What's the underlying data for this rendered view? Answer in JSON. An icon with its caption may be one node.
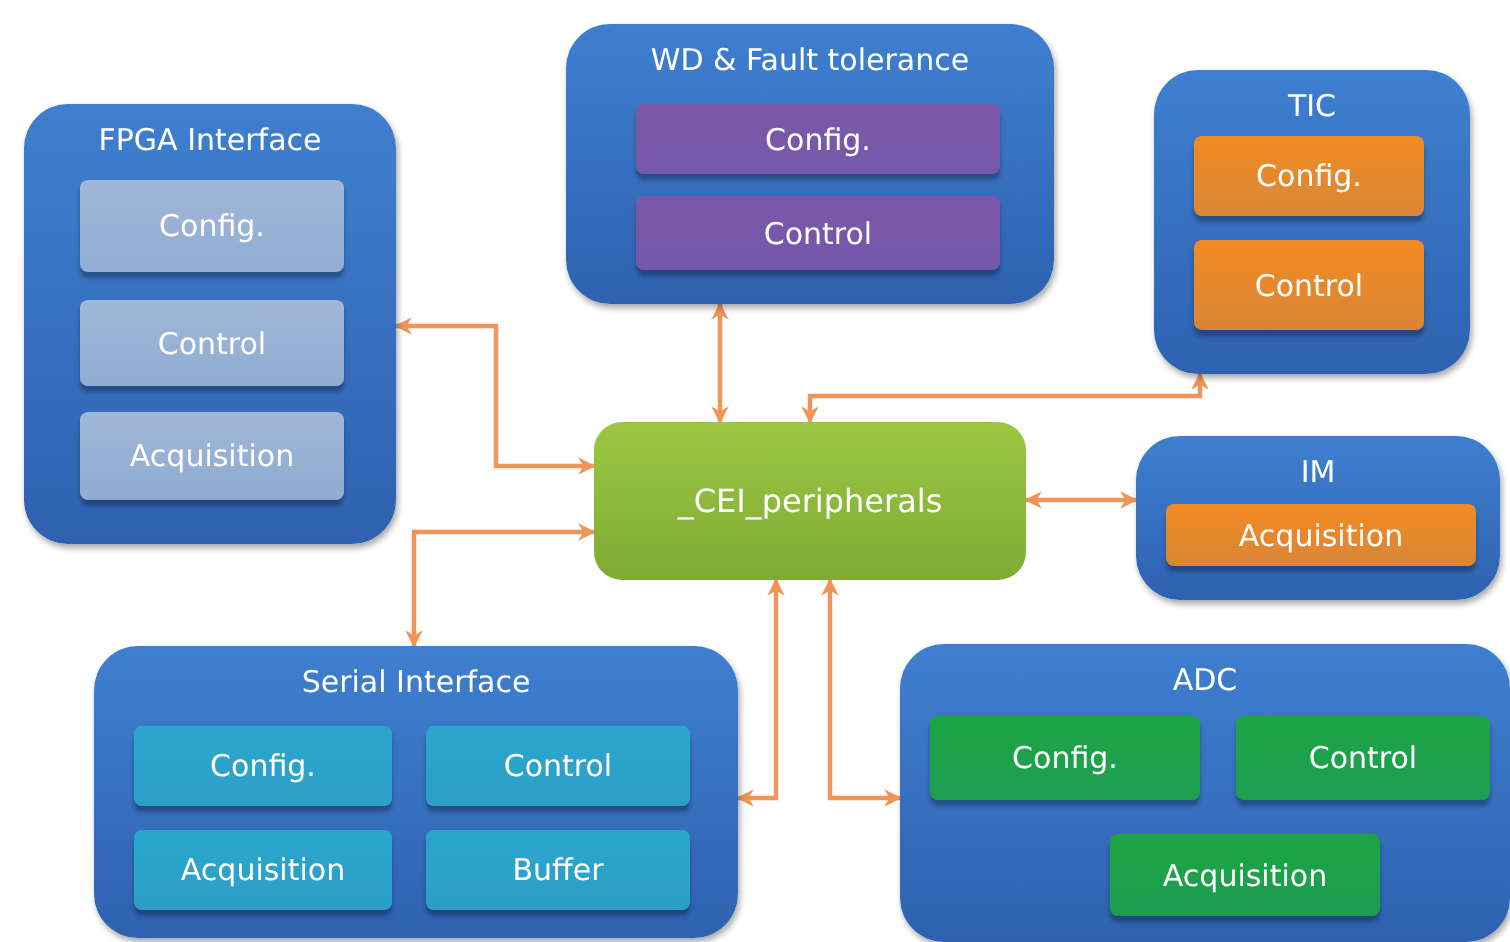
{
  "diagram": {
    "nodes": [
      {
        "text": [
          "FPGA Interface"
        ]
      },
      {
        "text": [
          "Config."
        ],
        "in": 0
      },
      {
        "text": [
          "Control"
        ],
        "in": 0
      },
      {
        "text": [
          "Acquisition"
        ],
        "in": 0
      },
      {
        "text": [
          "WD  & Fault tolerance"
        ]
      },
      {
        "text": [
          "Config."
        ],
        "in": 4
      },
      {
        "text": [
          "Control"
        ],
        "in": 4
      },
      {
        "text": [
          "TIC"
        ]
      },
      {
        "text": [
          "Config."
        ],
        "in": 7
      },
      {
        "text": [
          "Control"
        ],
        "in": 7
      },
      {
        "text": [
          "_CEI_peripherals"
        ]
      },
      {
        "text": [
          "IM"
        ]
      },
      {
        "text": [
          "Acquisition"
        ],
        "in": 11
      },
      {
        "text": [
          "Serial Interface"
        ]
      },
      {
        "text": [
          "Config."
        ],
        "in": 13
      },
      {
        "text": [
          "Control"
        ],
        "in": 13
      },
      {
        "text": [
          "Acquisition"
        ],
        "in": 13
      },
      {
        "text": [
          "Buffer"
        ],
        "in": 13
      },
      {
        "text": [
          "ADC"
        ]
      },
      {
        "text": [
          "Config."
        ],
        "in": 18
      },
      {
        "text": [
          "Control"
        ],
        "in": 18
      },
      {
        "text": [
          "Acquisition"
        ],
        "in": 18
      }
    ],
    "edges": [
      {
        "from": 10,
        "to": 0,
        "arrow": "both"
      },
      {
        "from": 10,
        "to": 4,
        "arrow": "both"
      },
      {
        "from": 10,
        "to": 7,
        "arrow": "both"
      },
      {
        "from": 10,
        "to": 11,
        "arrow": "both"
      },
      {
        "from": 10,
        "to": 13,
        "arrow": "both"
      },
      {
        "from": 10,
        "to": 13,
        "arrow": "both"
      },
      {
        "from": 10,
        "to": 18,
        "arrow": "both"
      }
    ]
  }
}
